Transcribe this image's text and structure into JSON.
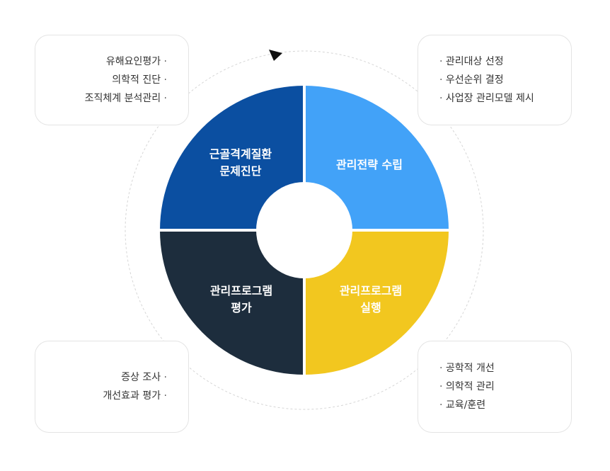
{
  "colors": {
    "q1": "#0b4fa1",
    "q2": "#42a2f8",
    "q3": "#f2c71f",
    "q4": "#1d2d3d",
    "ring": "#d6d6d6",
    "arrow": "#111111"
  },
  "quadrants": {
    "top_left": {
      "line1": "근골격계질환",
      "line2": "문제진단"
    },
    "top_right": {
      "line1": "관리전략 수립"
    },
    "bottom_right": {
      "line1": "관리프로그램",
      "line2": "실행"
    },
    "bottom_left": {
      "line1": "관리프로그램",
      "line2": "평가"
    }
  },
  "boxes": {
    "top_left": [
      "유해요인평가",
      "의학적 진단",
      "조직체계 분석관리"
    ],
    "top_right": [
      "관리대상 선정",
      "우선순위 결정",
      "사업장 관리모델 제시"
    ],
    "bottom_left": [
      "증상 조사",
      "개선효과 평가"
    ],
    "bottom_right": [
      "공학적 개선",
      "의학적 관리",
      "교육/훈련"
    ]
  }
}
